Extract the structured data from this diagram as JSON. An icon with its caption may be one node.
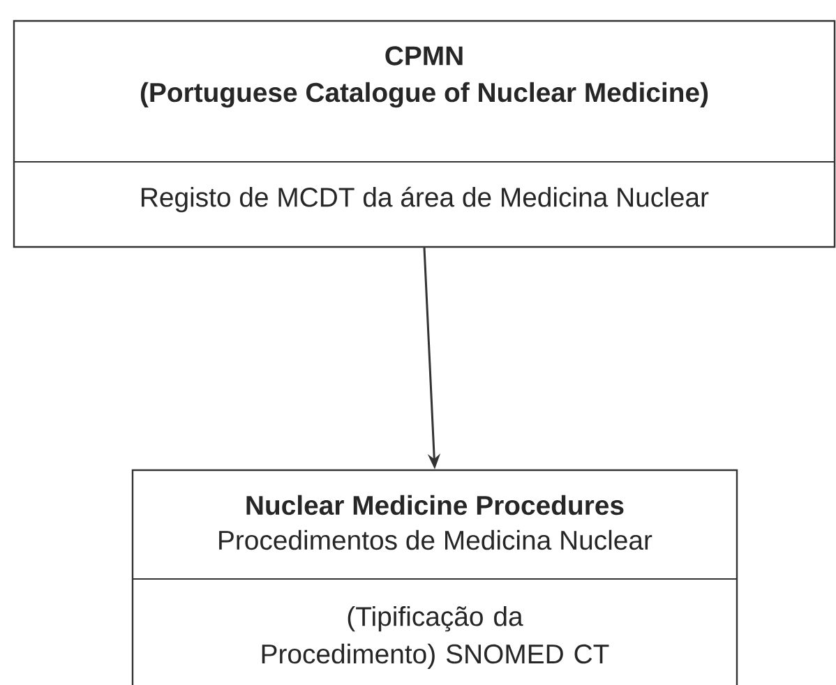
{
  "diagram": {
    "nodes": [
      {
        "text": [
          "CPMN",
          "(Portuguese Catalogue of Nuclear Medicine)",
          "Registo de MCDT da área de Medicina Nuclear"
        ]
      },
      {
        "text": [
          "Nuclear Medicine Procedures",
          "Procedimentos de Medicina Nuclear",
          "(Tipificação da Procedimento) SNOMED CT"
        ]
      }
    ],
    "edges": [
      {
        "from": 0,
        "to": 1,
        "arrow": "to"
      }
    ]
  }
}
